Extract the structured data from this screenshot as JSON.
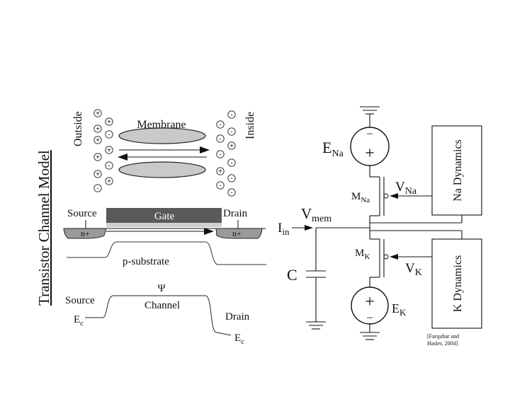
{
  "title": "Transistor Channel Model",
  "left_panel": {
    "outside": "Outside",
    "inside": "Inside",
    "membrane": "Membrane",
    "source_top": "Source",
    "gate": "Gate",
    "drain_top": "Drain",
    "n_plus_left": "n+",
    "n_plus_right": "n+",
    "substrate": "p-substrate",
    "source_bottom": "Source",
    "psi": "Ψ",
    "channel": "Channel",
    "drain_bottom": "Drain",
    "ec_left_main": "E",
    "ec_left_sub": "c",
    "ec_right_main": "E",
    "ec_right_sub": "c",
    "plus": "+",
    "minus": "-"
  },
  "circuit": {
    "ena_main": "E",
    "ena_sub": "Na",
    "ek_main": "E",
    "ek_sub": "K",
    "mna_main": "M",
    "mna_sub": "Na",
    "mk_main": "M",
    "mk_sub": "K",
    "vna_main": "V",
    "vna_sub": "Na",
    "vk_main": "V",
    "vk_sub": "K",
    "vmem_main": "V",
    "vmem_sub": "mem",
    "iin_main": "I",
    "iin_sub": "in",
    "cap": "C",
    "na_dynamics": "Na Dynamics",
    "k_dynamics": "K Dynamics",
    "plus": "+"
  },
  "citation": {
    "line1": "[Farquhar and",
    "line2": "Hasler, 2004]"
  }
}
